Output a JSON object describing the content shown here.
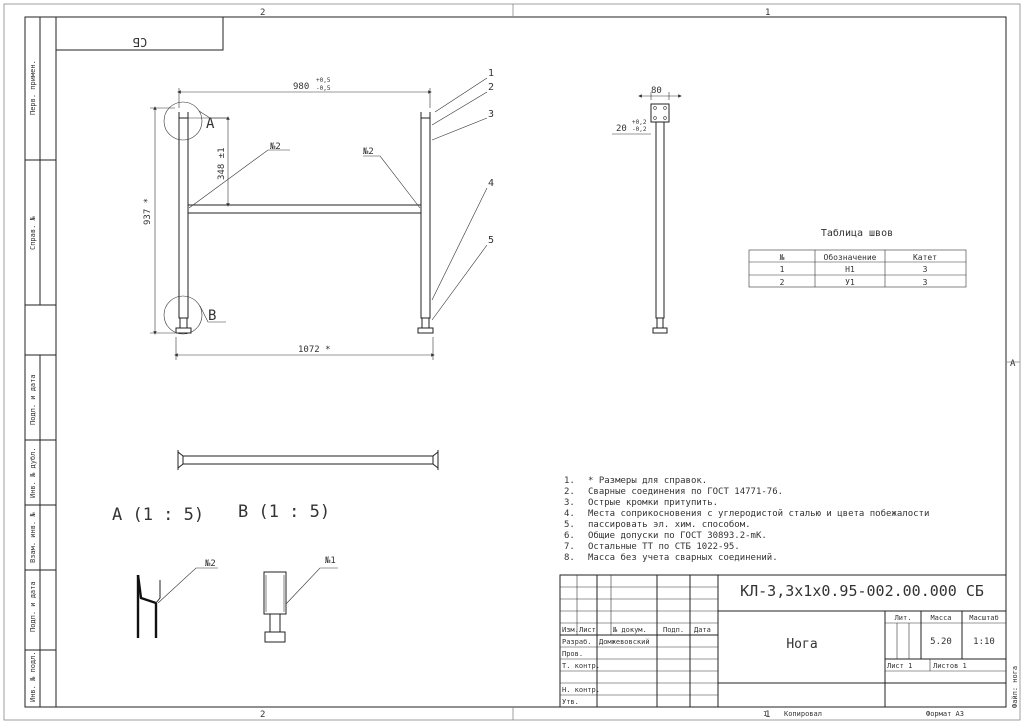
{
  "sheet": {
    "zone_top_left": "2",
    "zone_top_right": "1",
    "zone_bottom_left": "2",
    "zone_bottom_right": "1",
    "zone_side_right": "A",
    "top_stamp": "СБ"
  },
  "margin_labels": {
    "perv_primen": "Перв. примен.",
    "sprav_no": "Справ. №",
    "podp_data_1": "Подп. и дата",
    "inv_dubl": "Инв. № дубл.",
    "vzam_inv": "Взам. инв. №",
    "podp_data_2": "Подп. и дата",
    "inv_podl": "Инв. № подл.",
    "file_name": "Файл: нога"
  },
  "front_view": {
    "dim_width": "980",
    "tol_plus": "+0,5",
    "tol_minus": "-0,5",
    "dim_height": "937 *",
    "dim_mid": "348 ±1",
    "dim_overall": "1072 *",
    "callout_a": "A",
    "callout_b": "B",
    "weld_1": "№2",
    "weld_2": "№2",
    "leaders": [
      "1",
      "2",
      "3",
      "4",
      "5"
    ]
  },
  "side_view": {
    "dim_top": "80",
    "dim_side": "20",
    "tol_plus": "+0,2",
    "tol_minus": "-0,2"
  },
  "weld_table": {
    "title": "Таблица швов",
    "headers": [
      "№",
      "Обозначение",
      "Катет"
    ],
    "rows": [
      [
        "1",
        "Н1",
        "3"
      ],
      [
        "2",
        "У1",
        "3"
      ]
    ]
  },
  "details": {
    "a_label": "A (1 : 5)",
    "b_label": "B (1 : 5)",
    "a_weld": "№2",
    "b_weld": "№1"
  },
  "notes": [
    "* Размеры для справок.",
    "Сварные соединения по ГОСТ 14771-76.",
    "Острые кромки притупить.",
    "Места соприкосновения с углеродистой сталью и цвета побежалости",
    "пассировать эл. хим. способом.",
    "Общие допуски по ГОСТ 30893.2-mK.",
    "Остальные ТТ по СТБ 1022-95.",
    "Масса без учета сварных соединений."
  ],
  "note_numbers": [
    "1.",
    "2.",
    "3.",
    "4.",
    "5.",
    "6.",
    "7.",
    "8."
  ],
  "title_block": {
    "designation": "КЛ-3,3x1x0.95-002.00.000 СБ",
    "name": "Нога",
    "col_izm": "Изм.",
    "col_list": "Лист",
    "col_ndokum": "№ докум.",
    "col_podp": "Подп.",
    "col_data": "Дата",
    "row_razrab": "Разраб.",
    "razrab_name": "Домжевовский",
    "row_prov": "Пров.",
    "row_tkontr": "Т. контр.",
    "row_nkontr": "Н. контр.",
    "row_utv": "Утв.",
    "lit_label": "Лит.",
    "mass_label": "Масса",
    "scale_label": "Масштаб",
    "mass_value": "5.20",
    "scale_value": "1:10",
    "sheet_label": "Лист 1",
    "sheets_label": "Листов 1",
    "copied": "Копировал",
    "format": "Формат А3",
    "bottom_no": "1"
  }
}
